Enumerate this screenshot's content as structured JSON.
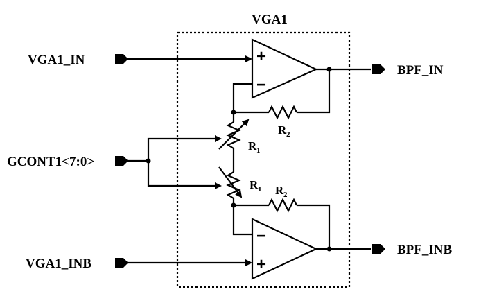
{
  "block_title": "VGA1",
  "ports": {
    "vga1_in": "VGA1_IN",
    "gcont": "GCONT1<7:0>",
    "vga1_inb": "VGA1_INB",
    "bpf_in": "BPF_IN",
    "bpf_inb": "BPF_INB"
  },
  "amp_top": {
    "plus": "+",
    "minus": "−"
  },
  "amp_bottom": {
    "plus": "+",
    "minus": "−"
  },
  "resistors": {
    "r2_top": {
      "name": "R",
      "sub": "2"
    },
    "r1_top": {
      "name": "R",
      "sub": "1"
    },
    "r1_bottom": {
      "name": "R",
      "sub": "1"
    },
    "r2_bottom": {
      "name": "R",
      "sub": "2"
    }
  }
}
